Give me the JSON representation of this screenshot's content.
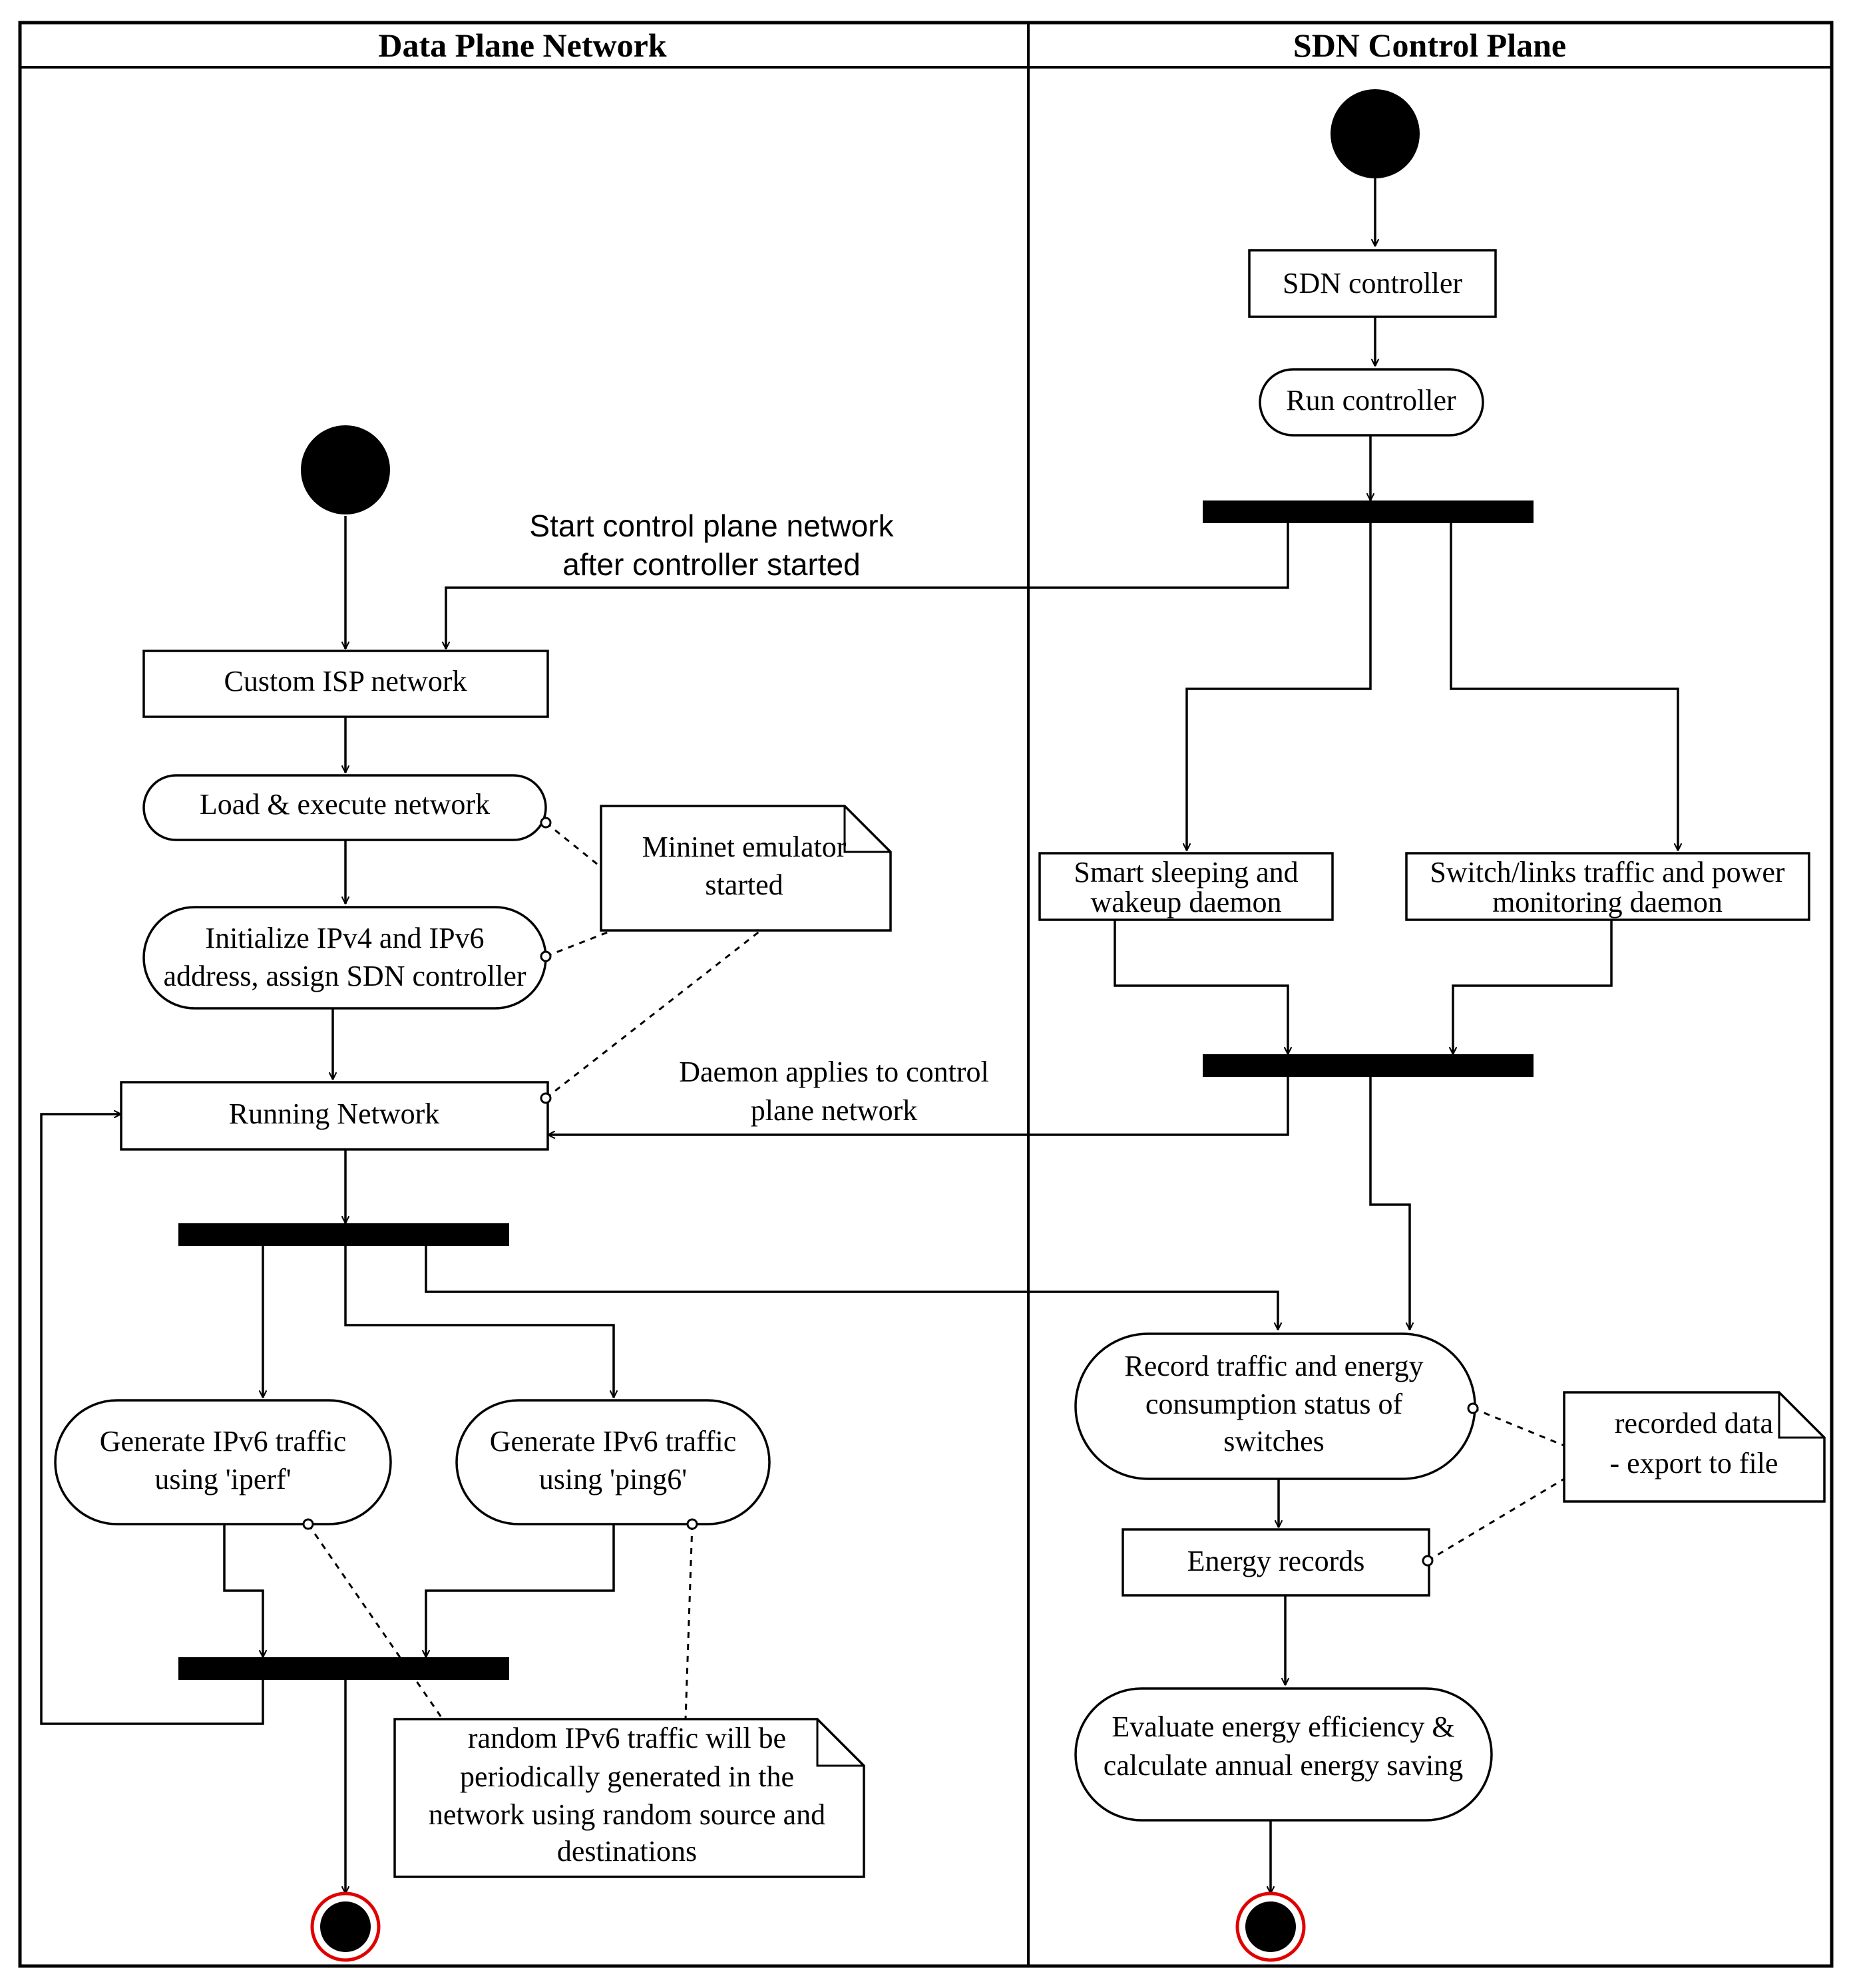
{
  "lanes": {
    "left_title": "Data Plane Network",
    "right_title": "SDN Control Plane"
  },
  "data_plane": {
    "custom_isp": "Custom ISP network",
    "load_execute": "Load & execute network",
    "initialize": [
      "Initialize IPv4 and IPv6",
      "address, assign SDN controller"
    ],
    "running": "Running Network",
    "gen_iperf": [
      "Generate IPv6 traffic",
      "using 'iperf'"
    ],
    "gen_ping6": [
      "Generate IPv6 traffic",
      "using 'ping6'"
    ],
    "note_mininet": [
      "Mininet emulator",
      "started"
    ],
    "note_random": [
      "random IPv6 traffic will be",
      "periodically generated in the",
      "network using random source and",
      "destinations"
    ]
  },
  "control_plane": {
    "sdn_controller": "SDN controller",
    "run_controller": "Run controller",
    "smart_sleep": [
      "Smart sleeping and",
      "wakeup daemon"
    ],
    "switch_monitor": [
      "Switch/links traffic and power",
      "monitoring daemon"
    ],
    "record_traffic": [
      "Record traffic and energy",
      "consumption status of",
      "switches"
    ],
    "energy_records": "Energy records",
    "evaluate": [
      "Evaluate energy efficiency &",
      "calculate annual energy saving"
    ],
    "note_recorded": [
      "recorded data",
      "- export to file"
    ]
  },
  "flow_labels": {
    "start_control": [
      "Start control plane network",
      "after controller started"
    ],
    "daemon_applies": [
      "Daemon applies to control",
      "plane network"
    ]
  }
}
